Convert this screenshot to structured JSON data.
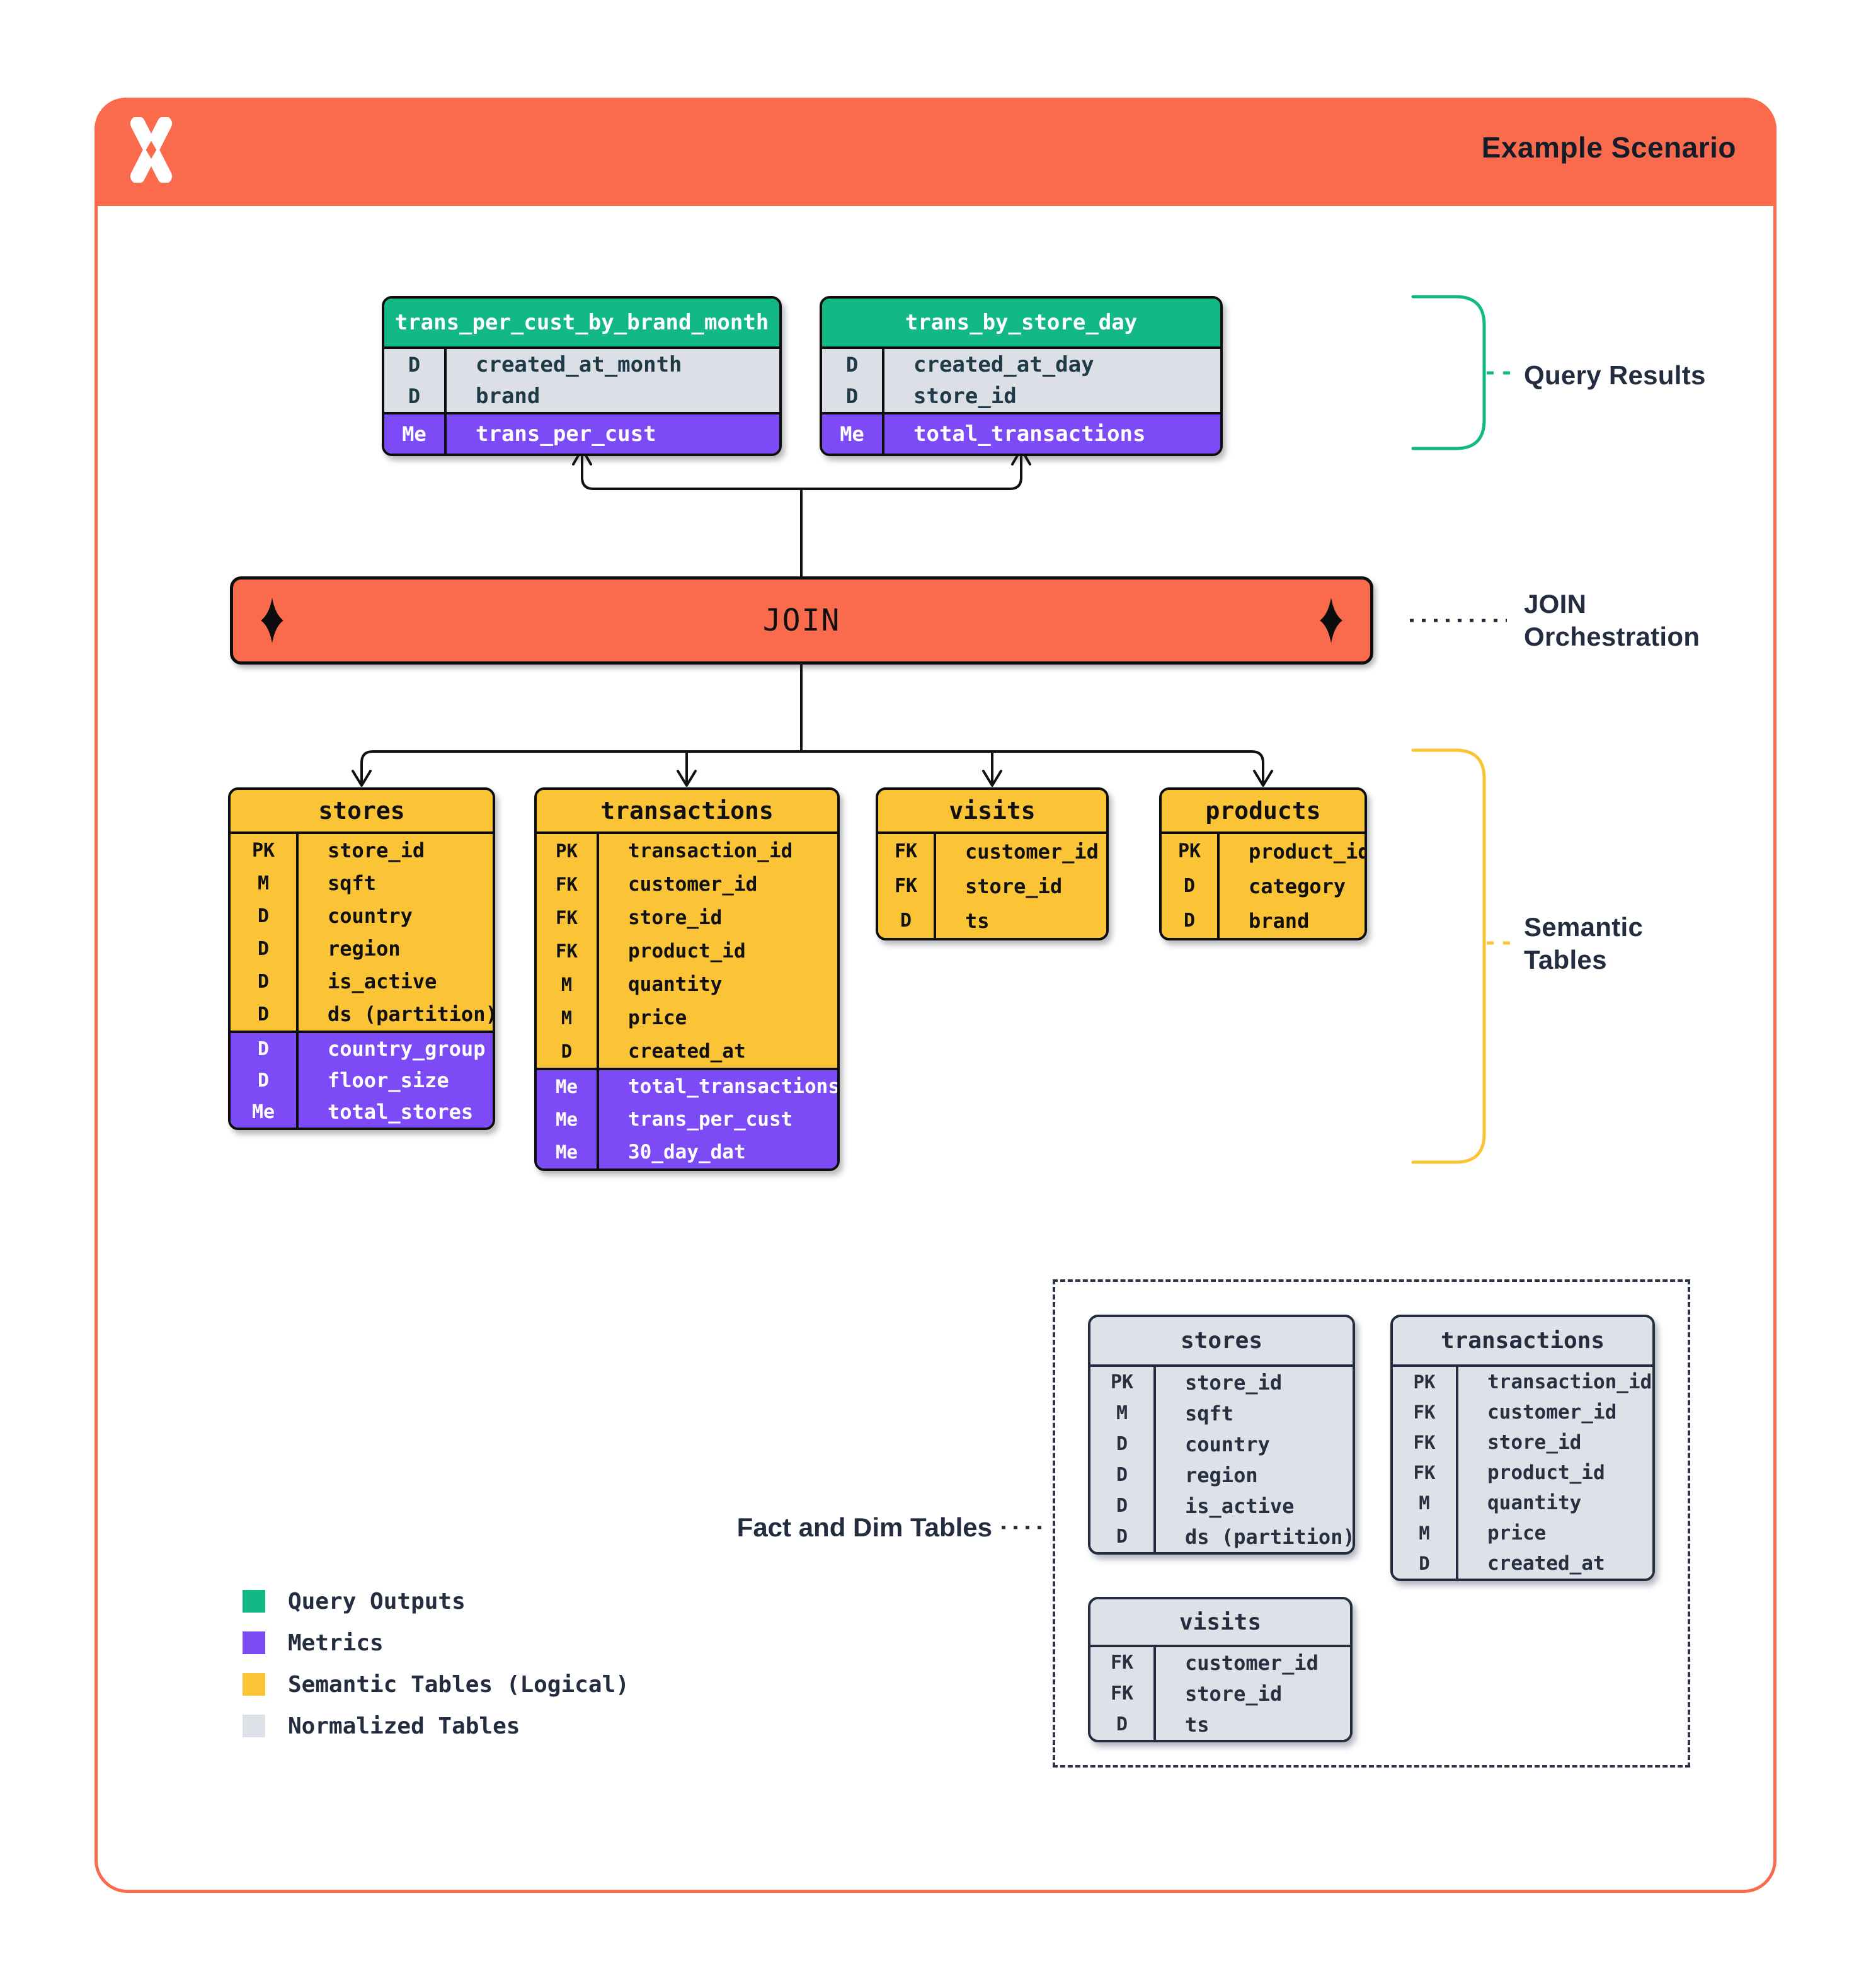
{
  "header": {
    "title": "Example Scenario",
    "logo": "x-star-logo"
  },
  "join": {
    "label": "JOIN"
  },
  "annotations": {
    "query_results": "Query Results",
    "join_orchestration_lines": [
      "JOIN",
      "Orchestration"
    ],
    "semantic_tables_lines": [
      "Semantic",
      "Tables"
    ],
    "fact_dim": "Fact and Dim Tables"
  },
  "tables": {
    "qr1": {
      "name": "trans_per_cust_by_brand_month",
      "sections": [
        {
          "rows": [
            [
              "D",
              "created_at_month"
            ],
            [
              "D",
              "brand"
            ]
          ]
        },
        {
          "rows": [
            [
              "Me",
              "trans_per_cust"
            ]
          ]
        }
      ]
    },
    "qr2": {
      "name": "trans_by_store_day",
      "sections": [
        {
          "rows": [
            [
              "D",
              "created_at_day"
            ],
            [
              "D",
              "store_id"
            ]
          ]
        },
        {
          "rows": [
            [
              "Me",
              "total_transactions"
            ]
          ]
        }
      ]
    },
    "stores": {
      "name": "stores",
      "sections": [
        {
          "rows": [
            [
              "PK",
              "store_id"
            ],
            [
              "M",
              "sqft"
            ],
            [
              "D",
              "country"
            ],
            [
              "D",
              "region"
            ],
            [
              "D",
              "is_active"
            ],
            [
              "D",
              "ds (partition)"
            ]
          ]
        },
        {
          "rows": [
            [
              "D",
              "country_group"
            ],
            [
              "D",
              "floor_size"
            ],
            [
              "Me",
              "total_stores"
            ]
          ]
        }
      ]
    },
    "transactions": {
      "name": "transactions",
      "sections": [
        {
          "rows": [
            [
              "PK",
              "transaction_id"
            ],
            [
              "FK",
              "customer_id"
            ],
            [
              "FK",
              "store_id"
            ],
            [
              "FK",
              "product_id"
            ],
            [
              "M",
              "quantity"
            ],
            [
              "M",
              "price"
            ],
            [
              "D",
              "created_at"
            ]
          ]
        },
        {
          "rows": [
            [
              "Me",
              "total_transactions"
            ],
            [
              "Me",
              "trans_per_cust"
            ],
            [
              "Me",
              "30_day_dat"
            ]
          ]
        }
      ]
    },
    "visits": {
      "name": "visits",
      "sections": [
        {
          "rows": [
            [
              "FK",
              "customer_id"
            ],
            [
              "FK",
              "store_id"
            ],
            [
              "D",
              "ts"
            ]
          ]
        }
      ]
    },
    "products": {
      "name": "products",
      "sections": [
        {
          "rows": [
            [
              "PK",
              "product_id"
            ],
            [
              "D",
              "category"
            ],
            [
              "D",
              "brand"
            ]
          ]
        }
      ]
    },
    "n_stores": {
      "name": "stores",
      "sections": [
        {
          "rows": [
            [
              "PK",
              "store_id"
            ],
            [
              "M",
              "sqft"
            ],
            [
              "D",
              "country"
            ],
            [
              "D",
              "region"
            ],
            [
              "D",
              "is_active"
            ],
            [
              "D",
              "ds (partition)"
            ]
          ]
        }
      ]
    },
    "n_transactions": {
      "name": "transactions",
      "sections": [
        {
          "rows": [
            [
              "PK",
              "transaction_id"
            ],
            [
              "FK",
              "customer_id"
            ],
            [
              "FK",
              "store_id"
            ],
            [
              "FK",
              "product_id"
            ],
            [
              "M",
              "quantity"
            ],
            [
              "M",
              "price"
            ],
            [
              "D",
              "created_at"
            ]
          ]
        }
      ]
    },
    "n_visits": {
      "name": "visits",
      "sections": [
        {
          "rows": [
            [
              "FK",
              "customer_id"
            ],
            [
              "FK",
              "store_id"
            ],
            [
              "D",
              "ts"
            ]
          ]
        }
      ]
    }
  },
  "legend": [
    {
      "label": "Query Outputs",
      "color": "#12B886"
    },
    {
      "label": "Metrics",
      "color": "#7C4BF5"
    },
    {
      "label": "Semantic Tables (Logical)",
      "color": "#FBC437"
    },
    {
      "label": "Normalized Tables",
      "color": "#DEE1E7"
    }
  ],
  "colors": {
    "orange": "#FA6A4C",
    "green": "#12B886",
    "purple": "#7C4BF5",
    "yellow": "#FBC437",
    "gray": "#DCE0E6",
    "graytbl": "#DEE1E7",
    "navy": "#232D3F",
    "line": "#111111"
  }
}
